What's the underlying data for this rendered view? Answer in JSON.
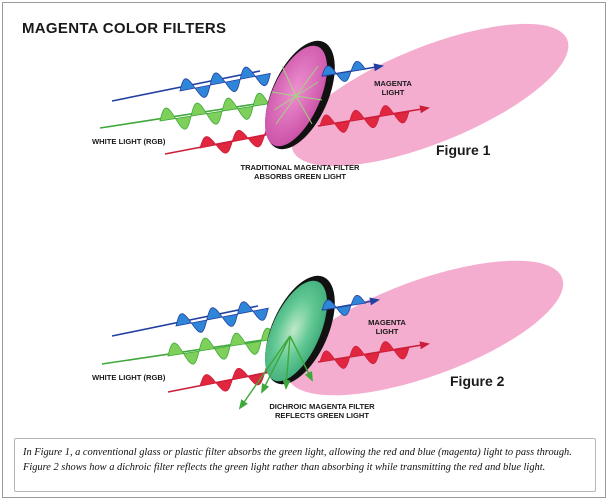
{
  "title": "MAGENTA COLOR FILTERS",
  "colors": {
    "magenta_beam": "#f3a8cc",
    "magenta_filter": "#d763b4",
    "dichroic_filter": "#54c28e",
    "blue_wave": "#2f86d8",
    "green_wave": "#7ed05a",
    "red_wave": "#e0273f",
    "ray_blue": "#2340a0",
    "ray_green": "#3ea83a",
    "ray_red": "#cc1e3a",
    "rim": "#111111"
  },
  "figure1": {
    "label": "Figure 1",
    "white_light": "WHITE LIGHT (RGB)",
    "output_line1": "MAGENTA",
    "output_line2": "LIGHT",
    "filter_line1": "TRADITIONAL MAGENTA FILTER",
    "filter_line2": "ABSORBS GREEN LIGHT"
  },
  "figure2": {
    "label": "Figure 2",
    "white_light": "WHITE LIGHT (RGB)",
    "output_line1": "MAGENTA",
    "output_line2": "LIGHT",
    "filter_line1": "DICHROIC MAGENTA FILTER",
    "filter_line2": "REFLECTS GREEN LIGHT"
  },
  "caption": {
    "line1": "In Figure 1, a conventional glass or plastic filter absorbs the green light, allowing the red and blue (magenta) light to pass through.",
    "line2": "Figure 2 shows how a dichroic filter reflects the green light rather than absorbing it while transmitting the red and blue light."
  }
}
